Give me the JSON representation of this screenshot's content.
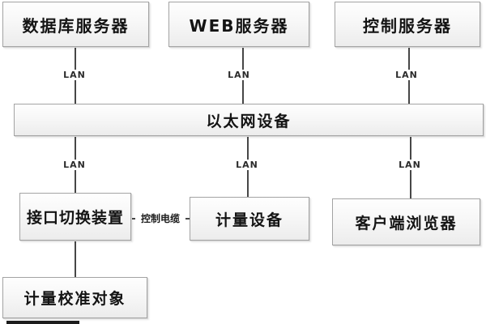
{
  "diagram": {
    "title_implicit": "network metering calibration system diagram",
    "nodes": [
      {
        "id": "db-server",
        "label": "数据库服务器"
      },
      {
        "id": "web-server",
        "label": "WEB服务器"
      },
      {
        "id": "control-server",
        "label": "控制服务器"
      },
      {
        "id": "ethernet-bar",
        "label": "以太网设备"
      },
      {
        "id": "interface-switch",
        "label": "接口切换装置"
      },
      {
        "id": "metering-device",
        "label": "计量设备"
      },
      {
        "id": "client-browser",
        "label": "客户端浏览器"
      },
      {
        "id": "calibration-obj",
        "label": "计量校准对象"
      }
    ],
    "edge_labels": {
      "lan": "LAN",
      "control_cable": "控制电缆"
    },
    "colors": {
      "box_border": "#a3a3a3",
      "box_fill_top": "#fefefe",
      "box_fill_bottom": "#ececec",
      "line": "#474747",
      "text": "#141414",
      "background": "#ffffff"
    }
  }
}
